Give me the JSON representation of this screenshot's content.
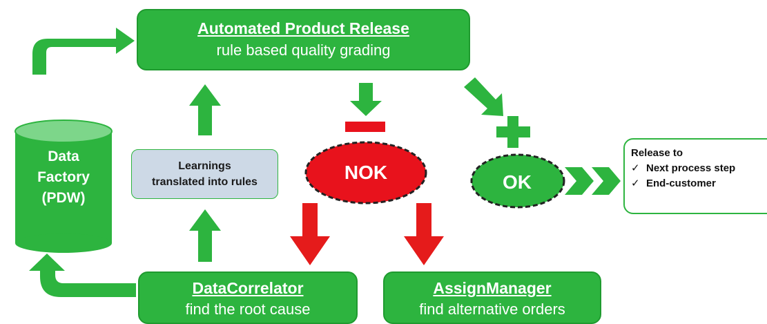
{
  "colors": {
    "green": "#2db43f",
    "red": "#e51b1b",
    "nok_fill": "#e8121c",
    "learn_fill": "#cdd9e6"
  },
  "automated_release": {
    "title": "Automated Product Release",
    "subtitle": "rule based quality grading"
  },
  "data_factory": {
    "line1": "Data",
    "line2": "Factory",
    "line3": "(PDW)"
  },
  "learnings": {
    "line1": "Learnings",
    "line2": "translated into rules"
  },
  "nok": {
    "label": "NOK",
    "sign": "minus"
  },
  "ok": {
    "label": "OK",
    "sign": "plus"
  },
  "release": {
    "heading": "Release to",
    "items": [
      "Next process step",
      "End-customer"
    ],
    "check": "✓"
  },
  "data_correlator": {
    "title": "DataCorrelator",
    "subtitle": "find the root cause"
  },
  "assign_manager": {
    "title": "AssignManager",
    "subtitle": "find alternative orders"
  }
}
